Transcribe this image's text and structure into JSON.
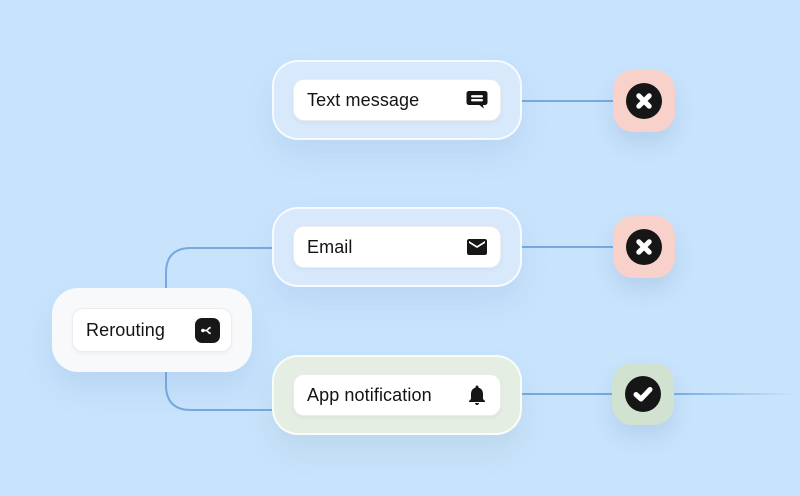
{
  "diagram": {
    "background_color": "#c8e3fc",
    "connector_color": "#74aade",
    "source_node": {
      "label": "Rerouting",
      "icon": "share-network-icon"
    },
    "channel_nodes": [
      {
        "label": "Text message",
        "icon": "chat-bubble-icon",
        "status": "error"
      },
      {
        "label": "Email",
        "icon": "envelope-icon",
        "status": "error"
      },
      {
        "label": "App notification",
        "icon": "bell-icon",
        "status": "success"
      }
    ],
    "status_badges": {
      "error": {
        "icon": "x-circle-icon",
        "bg": "#f9d1cb"
      },
      "success": {
        "icon": "check-circle-icon",
        "bg": "#d2e2d0"
      }
    }
  }
}
